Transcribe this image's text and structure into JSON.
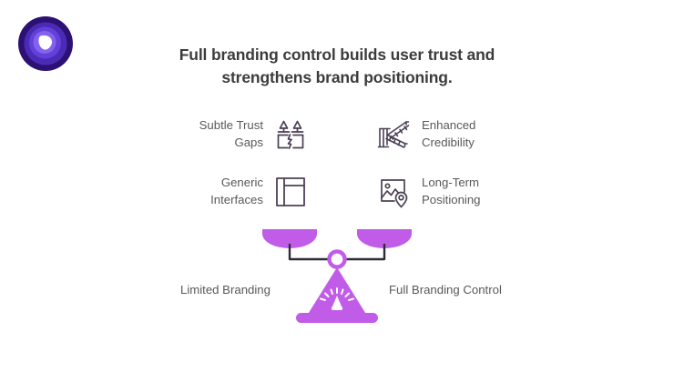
{
  "brand": {
    "logo_icon": "play-badge-logo",
    "colors": {
      "logo_outer": "#2d1073",
      "logo_mid": "#5a3fd0",
      "logo_inner": "#7f5ce8",
      "logo_mark": "#ffffff",
      "accent_purple": "#c15ce8",
      "icon_stroke": "#4c4055",
      "text_dark": "#3c3c3c",
      "text_body": "#595959",
      "background": "#ffffff"
    }
  },
  "headline": {
    "text": "Full branding control builds user trust and strengthens brand positioning."
  },
  "features": [
    {
      "label": "Subtle Trust\nGaps",
      "icon": "cracked-pillars-icon",
      "side": "left"
    },
    {
      "label": "Generic\nInterfaces",
      "icon": "wireframe-layout-icon",
      "side": "left"
    },
    {
      "label": "Enhanced\nCredibility",
      "icon": "bridge-truss-icon",
      "side": "right"
    },
    {
      "label": "Long-Term\nPositioning",
      "icon": "image-location-pin-icon",
      "side": "right"
    }
  ],
  "scale": {
    "icon": "balance-scale-icon",
    "left_label": "Limited Branding",
    "right_label": "Full Branding Control",
    "base_icon": "lighthouse-beacon-icon"
  }
}
